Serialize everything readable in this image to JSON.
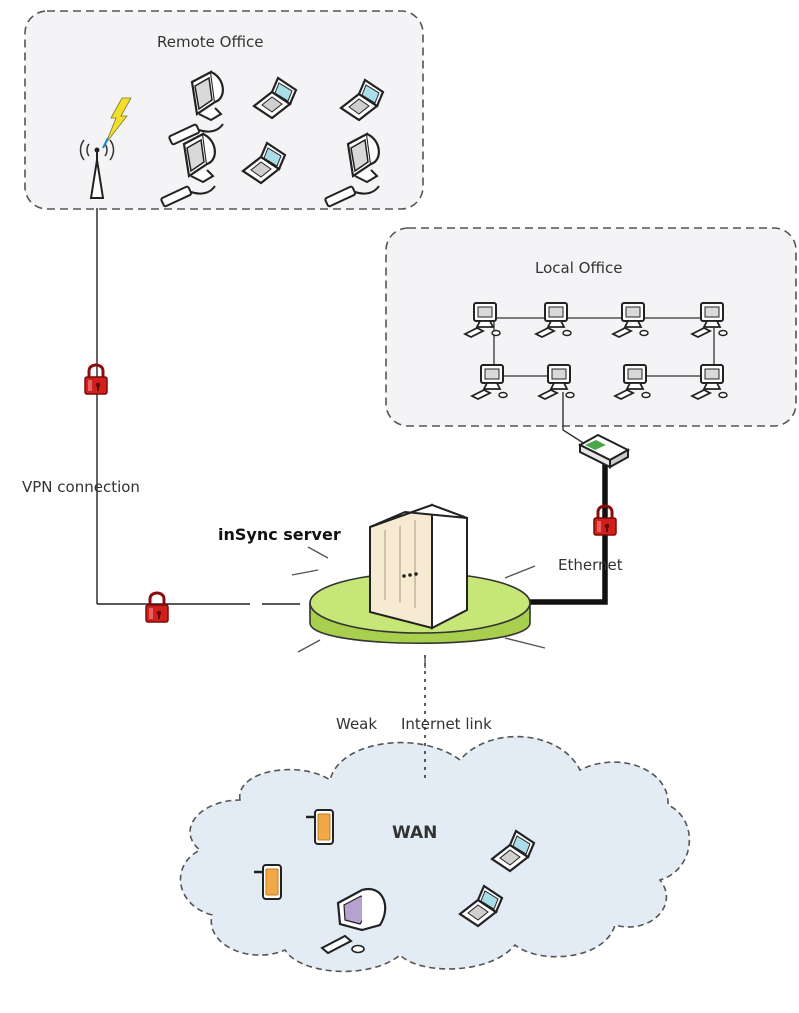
{
  "labels": {
    "remote_office": "Remote Office",
    "local_office": "Local Office",
    "vpn_connection": "VPN connection",
    "insync_server": "inSync server",
    "ethernet": "Ethernet",
    "weak_link_word1": "Weak",
    "weak_link_word2": "Internet link",
    "wan": "WAN"
  },
  "colors": {
    "zone_fill": "#f4f4f6",
    "zone_border": "#555555",
    "wan_fill": "#e3ebf4",
    "platform_fill": "#c6e677",
    "lock": "#d0201c",
    "laptop_screen": "#a9dde9",
    "crt_screen": "#d9d9d9",
    "tablet": "#f0a848",
    "wan_monitor": "#b6a2cf"
  },
  "icons": [
    "wireless-tower-icon",
    "lightning-icon",
    "desktop-computer-icon",
    "laptop-icon",
    "lock-icon",
    "router-icon",
    "server-tower-icon",
    "tablet-icon",
    "cloud-icon"
  ]
}
